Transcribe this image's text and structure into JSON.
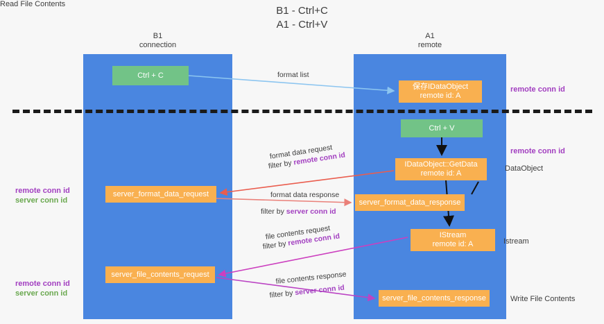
{
  "title": "B1 - Ctrl+C\nA1 - Ctrl+V",
  "lanes": [
    {
      "id": "b1",
      "header": "B1\nconnection"
    },
    {
      "id": "a1",
      "header": "A1\nremote"
    }
  ],
  "nodes": {
    "ctrl_c": "Ctrl + C",
    "idataobject": "保存IDataObject\nremote id: A",
    "ctrl_v": "Ctrl + V",
    "getdata": "IDataObject::GetData\nremote id: A",
    "server_format_data_request": "server_format_data_request",
    "server_format_data_response": "server_format_data_response",
    "istream": "IStream\nremote id: A",
    "server_file_contents_request": "server_file_contents_request",
    "server_file_contents_response": "server_file_contents_response"
  },
  "side_labels": {
    "remote_conn_id_top": "remote conn id",
    "remote_conn_id_mid": "remote conn id",
    "dataobject": "DataObject",
    "istream": "Istream",
    "write_file_contents": "Write File Contents",
    "read_file_contents": "Read File Contents"
  },
  "left_stacks": [
    {
      "remote": "remote conn id",
      "server": "server conn id"
    },
    {
      "remote": "remote conn id",
      "server": "server conn id"
    }
  ],
  "edges": [
    {
      "id": "format_list",
      "line1": "format list",
      "line2": "",
      "highlight": "",
      "color": "#8cc5f0"
    },
    {
      "id": "format_data_request",
      "line1": "format data request",
      "line2_prefix": "filter by ",
      "highlight": "remote conn id",
      "color": "#ea5d4e"
    },
    {
      "id": "format_data_response",
      "line1": "format data response",
      "line2_prefix": "filter by ",
      "highlight": "server conn id",
      "color": "#ea8079"
    },
    {
      "id": "file_contents_request",
      "line1": "file contents request",
      "line2_prefix": "filter by ",
      "highlight": "remote conn id",
      "color": "#cc3fbf"
    },
    {
      "id": "file_contents_response",
      "line1": "file contents response",
      "line2_prefix": "filter by ",
      "highlight": "server conn id",
      "color": "#bb44c4"
    }
  ],
  "colors": {
    "lane": "#4a86e0",
    "node_green": "#72c387",
    "node_orange": "#f9b050",
    "accent_purple": "#a23fc0",
    "accent_green": "#6aa84f",
    "divider": "#1a1a1a",
    "background": "#f7f7f7"
  }
}
